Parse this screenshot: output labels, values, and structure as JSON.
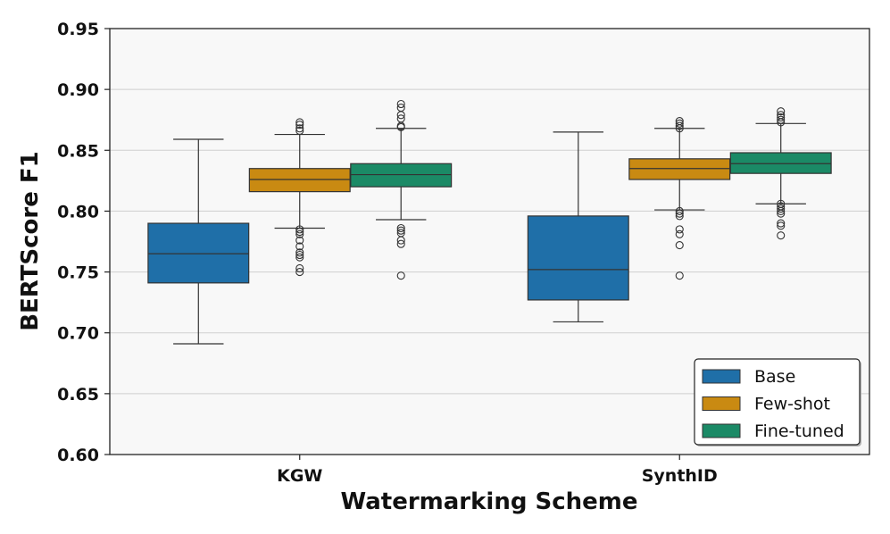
{
  "chart_data": {
    "type": "box",
    "xlabel": "Watermarking Scheme",
    "ylabel": "BERTScore F1",
    "ylim": [
      0.6,
      0.95
    ],
    "yticks": [
      "0.60",
      "0.65",
      "0.70",
      "0.75",
      "0.80",
      "0.85",
      "0.90",
      "0.95"
    ],
    "categories": [
      "KGW",
      "SynthID"
    ],
    "grid": "horizontal",
    "legend_position": "bottom-right",
    "series": [
      {
        "name": "Base",
        "color": "#1f6fa8",
        "boxes": [
          {
            "category": "KGW",
            "whisker_low": 0.691,
            "q1": 0.741,
            "median": 0.765,
            "q3": 0.79,
            "whisker_high": 0.859,
            "outliers": []
          },
          {
            "category": "SynthID",
            "whisker_low": 0.709,
            "q1": 0.727,
            "median": 0.752,
            "q3": 0.796,
            "whisker_high": 0.865,
            "outliers": []
          }
        ]
      },
      {
        "name": "Few-shot",
        "color": "#c98a12",
        "boxes": [
          {
            "category": "KGW",
            "whisker_low": 0.786,
            "q1": 0.816,
            "median": 0.826,
            "q3": 0.835,
            "whisker_high": 0.863,
            "outliers": [
              0.873,
              0.871,
              0.868,
              0.866,
              0.785,
              0.783,
              0.781,
              0.776,
              0.771,
              0.766,
              0.764,
              0.762,
              0.753,
              0.75
            ]
          },
          {
            "category": "SynthID",
            "whisker_low": 0.801,
            "q1": 0.826,
            "median": 0.835,
            "q3": 0.843,
            "whisker_high": 0.868,
            "outliers": [
              0.874,
              0.872,
              0.87,
              0.868,
              0.8,
              0.798,
              0.796,
              0.785,
              0.781,
              0.772,
              0.747
            ]
          }
        ]
      },
      {
        "name": "Fine-tuned",
        "color": "#1b8a66",
        "boxes": [
          {
            "category": "KGW",
            "whisker_low": 0.793,
            "q1": 0.82,
            "median": 0.83,
            "q3": 0.839,
            "whisker_high": 0.868,
            "outliers": [
              0.888,
              0.885,
              0.879,
              0.876,
              0.87,
              0.869,
              0.786,
              0.784,
              0.782,
              0.776,
              0.773,
              0.747
            ]
          },
          {
            "category": "SynthID",
            "whisker_low": 0.806,
            "q1": 0.831,
            "median": 0.839,
            "q3": 0.848,
            "whisker_high": 0.872,
            "outliers": [
              0.882,
              0.879,
              0.877,
              0.875,
              0.873,
              0.806,
              0.804,
              0.802,
              0.8,
              0.798,
              0.79,
              0.788,
              0.78
            ]
          }
        ]
      }
    ]
  }
}
